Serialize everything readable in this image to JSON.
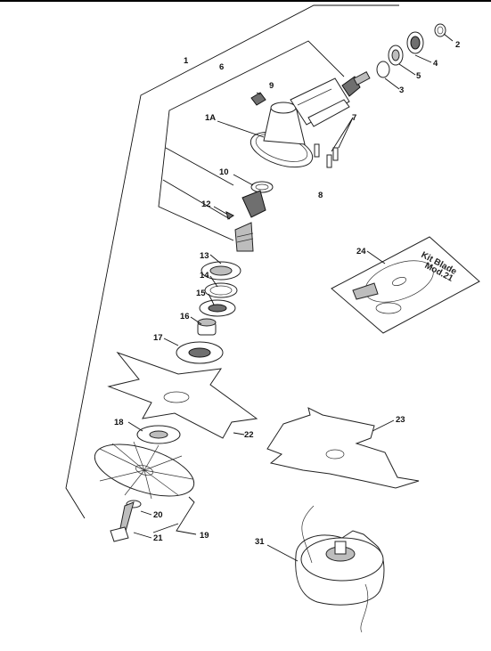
{
  "callouts": {
    "c1": "1",
    "c2": "2",
    "c3": "3",
    "c4": "4",
    "c5": "5",
    "c6": "6",
    "c7": "7",
    "c8": "8",
    "c9": "9",
    "c10": "10",
    "c1a": "1A",
    "c12": "12",
    "c13": "13",
    "c14": "14",
    "c15": "15",
    "c16": "16",
    "c17": "17",
    "c18": "18",
    "c19": "19",
    "c20": "20",
    "c21": "21",
    "c22": "22",
    "c23": "23",
    "c24": "24",
    "c31": "31"
  },
  "kit": {
    "line1": "Kit Blade",
    "line2": "Mod.21"
  }
}
